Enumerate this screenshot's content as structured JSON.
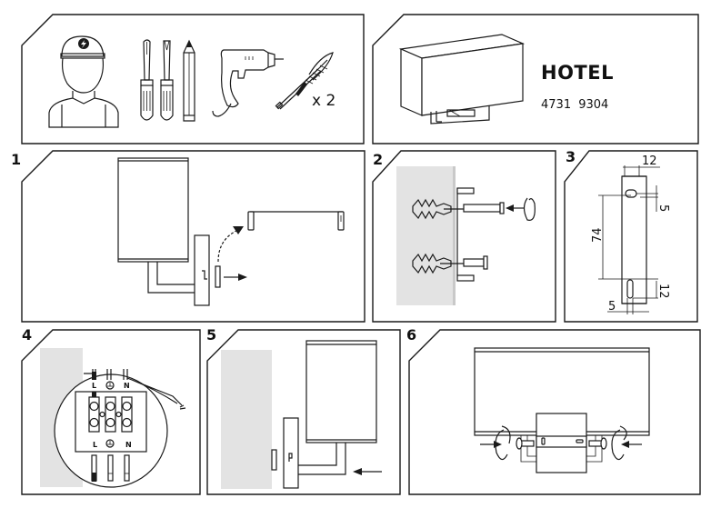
{
  "document": {
    "type": "installation-instructions",
    "product": {
      "name": "HOTEL",
      "code": "4731 9304"
    },
    "tools_panel": {
      "items": [
        "electrician-icon",
        "phillips-screwdriver-icon",
        "flat-screwdriver-icon",
        "pencil-icon",
        "drill-icon",
        "wall-plug-screw-icon"
      ],
      "plug_quantity": "x 2"
    },
    "steps": [
      {
        "number": "1"
      },
      {
        "number": "2"
      },
      {
        "number": "3",
        "dimensions": {
          "top_width": "12",
          "slot_offset": "5",
          "hole_spacing": "74",
          "slot_height": "12",
          "bottom_width": "5"
        }
      },
      {
        "number": "4",
        "terminal_labels_top": [
          "L",
          "⏚",
          "N"
        ],
        "terminal_labels_bottom": [
          "L",
          "⏚",
          "N"
        ]
      },
      {
        "number": "5"
      },
      {
        "number": "6"
      }
    ],
    "colors": {
      "line": "#1a1a1a",
      "wall": "#e3e3e3",
      "background": "#ffffff"
    }
  }
}
